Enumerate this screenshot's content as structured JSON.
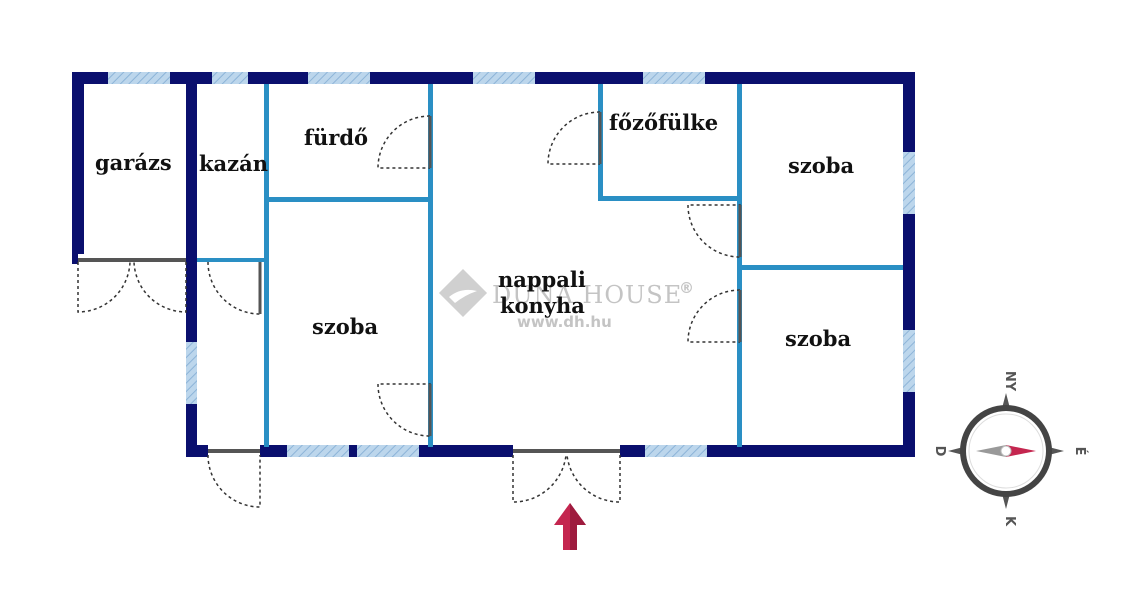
{
  "rooms": {
    "garazs": "garázs",
    "kazan": "kazán",
    "furdo": "fürdő",
    "fozofulke": "főzőfülke",
    "szoba_left": "szoba",
    "nappali_line1": "nappali",
    "nappali_line2": "konyha",
    "szoba_top_right": "szoba",
    "szoba_bottom_right": "szoba"
  },
  "watermark": {
    "brand": "DUNA HOUSE",
    "registered": "®",
    "url": "www.dh.hu"
  },
  "compass": {
    "north": "NY",
    "east": "É",
    "south": "K",
    "west": "D"
  },
  "colors": {
    "outer_wall": "#0a0f6e",
    "inner_wall": "#2a8fc4",
    "window": "#9fc3e0",
    "door_frame": "#555555",
    "entrance_arrow": "#c4264f",
    "needle_red": "#c4264f",
    "needle_gray": "#999999"
  }
}
